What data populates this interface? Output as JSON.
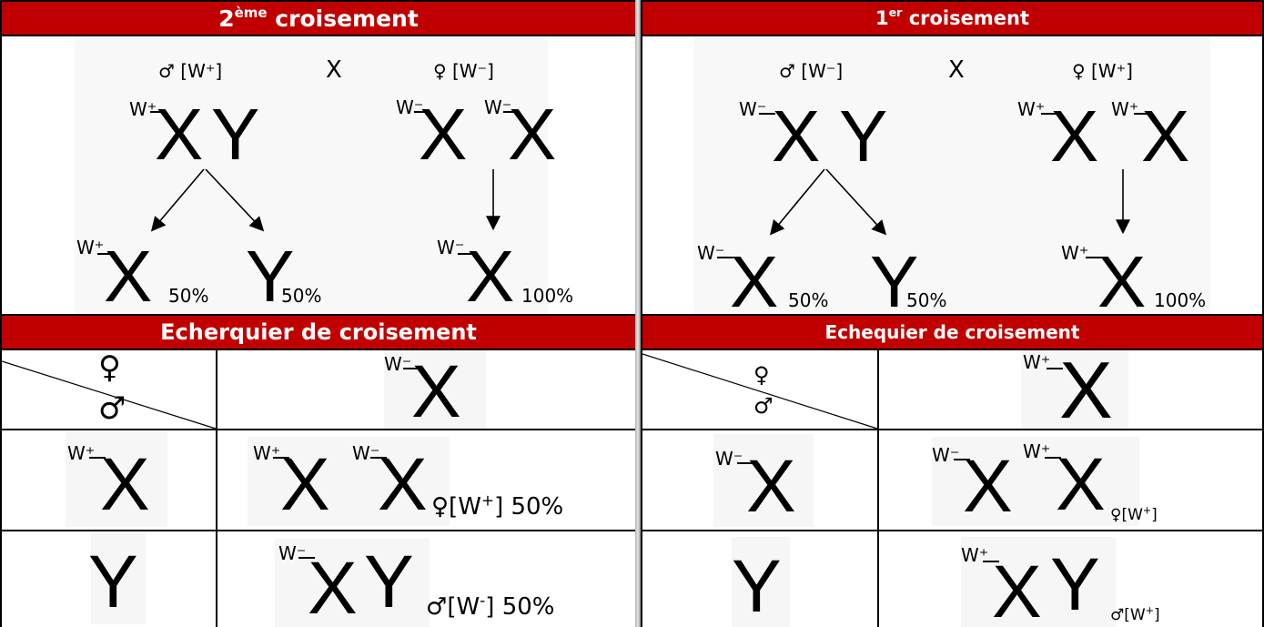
{
  "left": {
    "cross_title": "2",
    "cross_title_sup": "ème",
    "cross_title_rest": " croisement",
    "parent_male": "♂  [W⁺]",
    "cross_x": "X",
    "parent_female": "♀ [W⁻]",
    "male_x_allele": "W⁺",
    "male_x": "X",
    "male_y": "Y",
    "female_x1_allele": "W⁻",
    "female_x1": "X",
    "female_x2_allele": "W⁻",
    "female_x2": "X",
    "gamete1_allele": "W⁺",
    "gamete1": "X",
    "gamete1_pct": "50%",
    "gamete2": "Y",
    "gamete2_pct": "50%",
    "gamete3_allele": "W⁻",
    "gamete3": "X",
    "gamete3_pct": "100%",
    "board_title": "Echerquier de croisement",
    "corner_female": "♀",
    "corner_male": "♂",
    "col_allele": "W⁻",
    "col_x": "X",
    "row1_allele": "W⁺",
    "row1_x": "X",
    "row2_y": "Y",
    "c1_a1": "W⁺",
    "c1_x1": "X",
    "c1_a2": "W⁻",
    "c1_x2": "X",
    "c1_sym": "♀",
    "c1_pheno": "[W",
    "c1_pheno_sup": "+",
    "c1_pheno_end": "] 50%",
    "c2_a1": "W⁻",
    "c2_x": "X",
    "c2_y": "Y",
    "c2_sym": "♂",
    "c2_pheno": "[W",
    "c2_pheno_sup": "-",
    "c2_pheno_end": "] 50%"
  },
  "right": {
    "cross_title": "1",
    "cross_title_sup": "er",
    "cross_title_rest": " croisement",
    "parent_male": "♂  [W⁻]",
    "cross_x": "X",
    "parent_female": "♀ [W⁺]",
    "male_x_allele": "W⁻",
    "male_x": "X",
    "male_y": "Y",
    "female_x1_allele": "W⁺",
    "female_x1": "X",
    "female_x2_allele": "W⁺",
    "female_x2": "X",
    "gamete1_allele": "W⁻",
    "gamete1": "X",
    "gamete1_pct": "50%",
    "gamete2": "Y",
    "gamete2_pct": "50%",
    "gamete3_allele": "W⁺",
    "gamete3": "X",
    "gamete3_pct": "100%",
    "board_title": "Echequier de croisement",
    "corner_female": "♀",
    "corner_male": "♂",
    "col_allele": "W⁺",
    "col_x": "X",
    "row1_allele": "W⁻",
    "row1_x": "X",
    "row2_y": "Y",
    "c1_a1": "W⁻",
    "c1_x1": "X",
    "c1_a2": "W⁺",
    "c1_x2": "X",
    "c1_sym": "♀",
    "c1_pheno": "[W",
    "c1_pheno_sup": "+",
    "c1_pheno_end": "]",
    "c2_a1": "W⁺",
    "c2_x": "X",
    "c2_y": "Y",
    "c2_sym": "♂",
    "c2_pheno": "[W",
    "c2_pheno_sup": "+",
    "c2_pheno_end": "]"
  },
  "colors": {
    "header_bg": "#c00000",
    "header_text": "#ffffff"
  }
}
